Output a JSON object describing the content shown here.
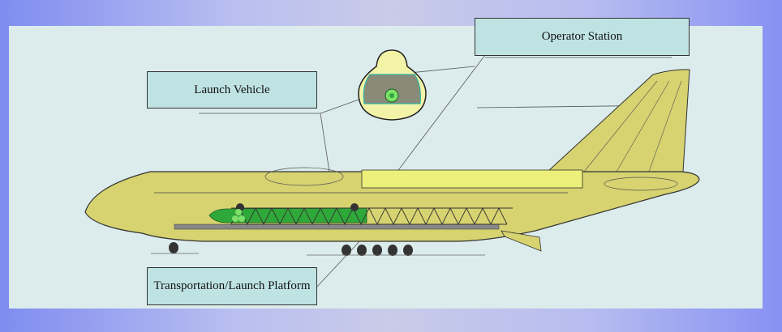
{
  "labels": {
    "operator_station": "Operator Station",
    "launch_vehicle": "Launch Vehicle",
    "platform": "Transportation/Launch Platform"
  },
  "colors": {
    "fuselage": "#d6d370",
    "outline": "#333333",
    "rocket": "#2fa83a",
    "label_bg": "#bfe3e3",
    "panel_bg": "#dcecec"
  }
}
